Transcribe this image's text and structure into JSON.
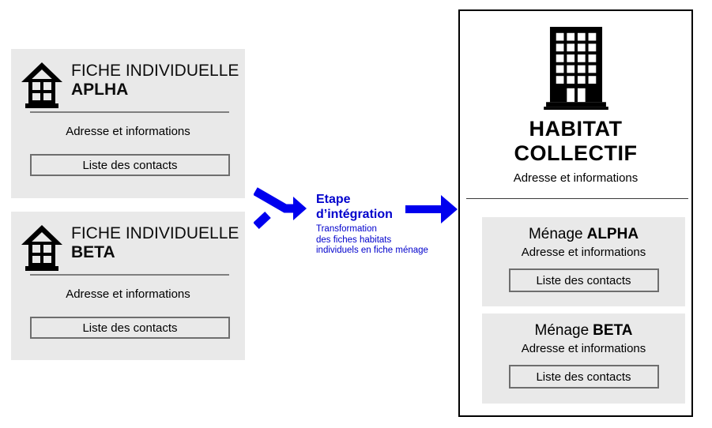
{
  "palette": {
    "page_bg": "#ffffff",
    "card_bg": "#e9e9e9",
    "button_border": "#6e6e6e",
    "divider_gray": "#7f7f7f",
    "panel_border": "#000000",
    "arrow_blue": "#0000ee",
    "text_blue": "#0000cc",
    "icon_black": "#000000"
  },
  "left_cards": [
    {
      "title": "FICHE INDIVIDUELLE",
      "name": "APLHA",
      "address": "Adresse et informations",
      "contacts_button": "Liste des contacts"
    },
    {
      "title": "FICHE INDIVIDUELLE",
      "name": "BETA",
      "address": "Adresse et informations",
      "contacts_button": "Liste des contacts"
    }
  ],
  "integration_step": {
    "title": "Etape\nd’intégration",
    "description": "Transformation\ndes fiches habitats\nindividuels en fiche ménage"
  },
  "right_panel": {
    "title": "HABITAT\nCOLLECTIF",
    "address": "Adresse et informations",
    "households": [
      {
        "prefix": "Ménage",
        "name": "ALPHA",
        "address": "Adresse et informations",
        "contacts_button": "Liste des contacts"
      },
      {
        "prefix": "Ménage",
        "name": "BETA",
        "address": "Adresse et informations",
        "contacts_button": "Liste des contacts"
      }
    ]
  },
  "icons": {
    "left_card_icon": "house-icon",
    "right_panel_icon": "building-icon",
    "middle_icons": [
      "merge-arrow-icon",
      "right-arrow-icon"
    ]
  }
}
